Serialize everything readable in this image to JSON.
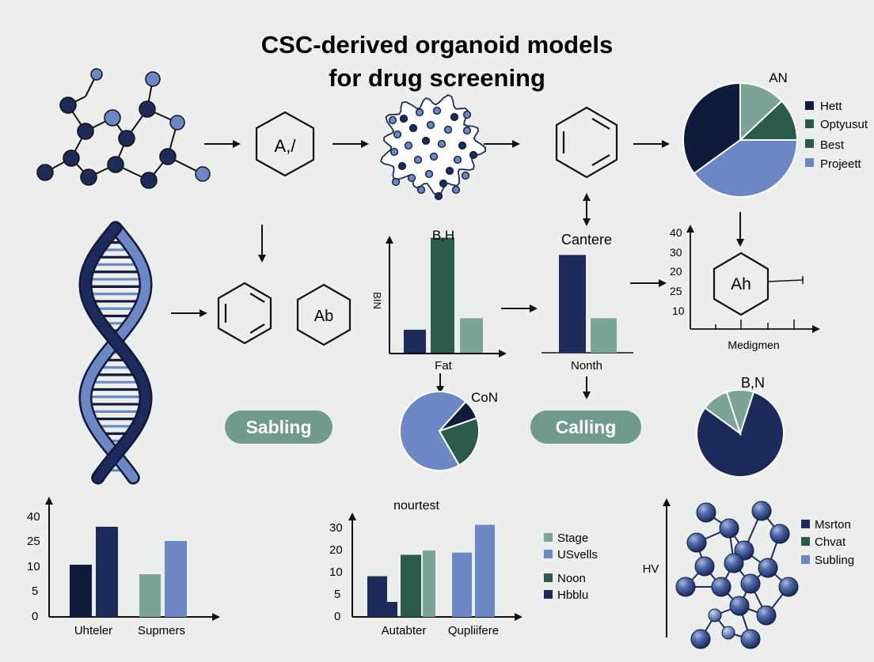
{
  "title": {
    "line1": "CSC-derived organoid models",
    "line2": "for drug screening"
  },
  "colors": {
    "navy": "#1c2b5a",
    "dark_navy": "#101a3b",
    "slate_blue": "#6b88c4",
    "dark_green": "#2a5a48",
    "teal": "#6f9a8d",
    "light_teal": "#7ba396",
    "ink": "#111111"
  },
  "icons": {
    "molecule": "molecule-icon",
    "hexagon": "hexagon-icon",
    "organoid": "organoid-cell-icon",
    "dna": "dna-helix-icon",
    "network": "molecular-network-icon"
  },
  "hexagons": {
    "a1": "A,/",
    "ab": "Ab",
    "ah": "Ah"
  },
  "labels": {
    "cantere": "Cantere"
  },
  "pills": {
    "sabling": "Sabling",
    "calling": "Calling"
  },
  "top_pie": {
    "title": "AN",
    "legend": [
      "Hett",
      "Optyusut",
      "Best",
      "Projeett"
    ]
  },
  "small_pie": {
    "title": "CoN"
  },
  "right_pie": {
    "title": "B,N"
  },
  "bottom_legend_middle": [
    "Stage",
    "USvells",
    "Noon",
    "Hbblu"
  ],
  "bottom_legend_right": [
    "Msrton",
    "Chvat",
    "Subling"
  ],
  "network_axis": {
    "ylabel": "HV"
  },
  "chart_data": [
    {
      "id": "center-bar",
      "type": "bar",
      "title": "B,H",
      "xlabel": "Fat",
      "ylabel": "BIN",
      "categories": [
        "",
        "",
        ""
      ],
      "values": [
        20,
        100,
        30
      ],
      "ylim": [
        0,
        110
      ]
    },
    {
      "id": "middle-bar",
      "type": "bar",
      "xlabel": "Nonth",
      "categories": [
        "",
        ""
      ],
      "values": [
        85,
        30
      ],
      "ylim": [
        0,
        110
      ]
    },
    {
      "id": "line-axes",
      "type": "line",
      "xlabel": "Medigmen",
      "yticks": [
        "40",
        "30",
        "20",
        "25",
        "10"
      ]
    },
    {
      "id": "bottom-left-bar",
      "type": "bar",
      "xticklabels": [
        "Uhteler",
        "Supmers"
      ],
      "yticks": [
        "40",
        "25",
        "10",
        "5",
        "0"
      ],
      "values": [
        22,
        38,
        18,
        32
      ],
      "ylim": [
        0,
        50
      ]
    },
    {
      "id": "bottom-middle-bar",
      "type": "bar",
      "title": "nourtest",
      "xticklabels": [
        "Autabter",
        "Qupliifere"
      ],
      "yticks": [
        "30",
        "20",
        "10",
        "5",
        "0"
      ],
      "values": [
        19,
        7,
        29,
        31,
        30,
        43
      ],
      "ylim": [
        0,
        48
      ]
    },
    {
      "id": "top-pie",
      "type": "pie",
      "values": [
        35,
        13,
        12,
        40
      ]
    },
    {
      "id": "small-pie",
      "type": "pie",
      "values": [
        70,
        8,
        22
      ]
    },
    {
      "id": "right-pie",
      "type": "pie",
      "values": [
        80,
        10,
        10
      ]
    }
  ]
}
